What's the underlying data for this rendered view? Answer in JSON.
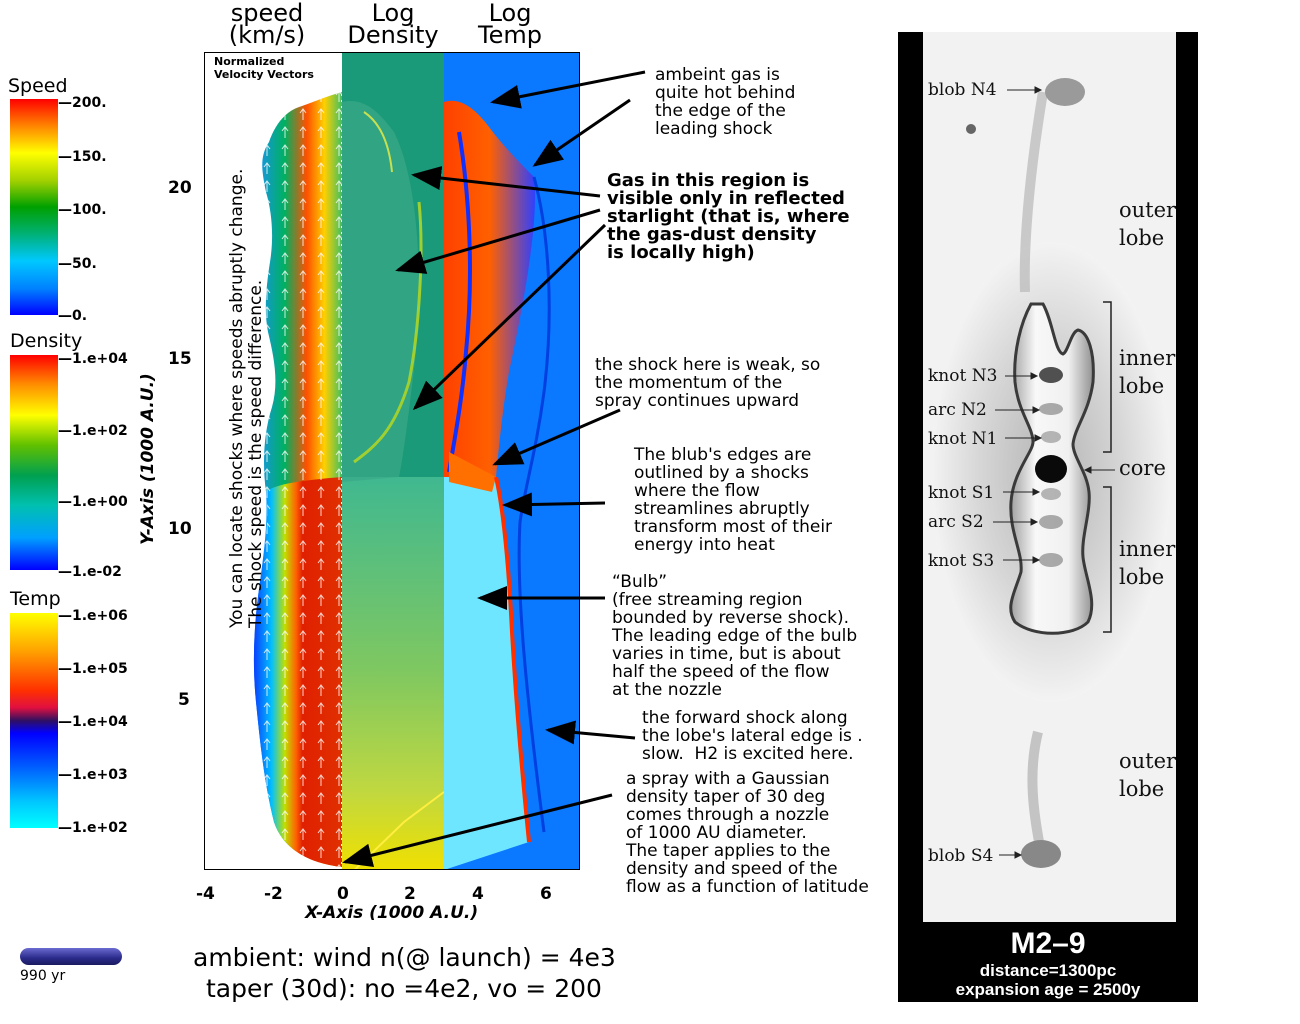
{
  "colorbars": [
    {
      "title": "Speed",
      "ticks": [
        "200.",
        "150.",
        "100.",
        "50.",
        "0."
      ]
    },
    {
      "title": "Density",
      "ticks": [
        "1.e+04",
        "1.e+02",
        "1.e+00",
        "1.e-02"
      ]
    },
    {
      "title": "Temp",
      "ticks": [
        "1.e+06",
        "1.e+05",
        "1.e+04",
        "1.e+03",
        "1.e+02"
      ]
    }
  ],
  "columns": {
    "speed": "speed\n(km/s)",
    "density": "Log\nDensity",
    "temp": "Log\nTemp"
  },
  "vectors_label": "Normalized\nVelocity Vectors",
  "vertical_note": "You can locate shocks where speeds abruptly change.\nThe shock speed is the speed difference.",
  "axes": {
    "y_label": "Y-Axis (1000 A.U.)",
    "x_label": "X-Axis (1000 A.U.)",
    "y_ticks": [
      "20",
      "15",
      "10",
      "5"
    ],
    "x_ticks": [
      "-4",
      "-2",
      "0",
      "2",
      "4",
      "6"
    ]
  },
  "annotations": {
    "ambient": "ambeint gas is\nquite hot behind\nthe edge of the\nleading shock",
    "reflected": "Gas in this region is\nvisible only in reflected\nstarlight (that is, where\nthe gas-dust density\nis locally high)",
    "weak": "the shock here is weak, so\nthe momentum of the\nspray continues upward",
    "blub": "The blub's edges are\noutlined by a shocks\nwhere the flow\nstreamlines abruptly\ntransform most of their\nenergy into heat",
    "bulb": "“Bulb”\n(free streaming region\nbounded by reverse shock).\nThe leading edge of the bulb\nvaries in time, but is about\nhalf the speed of the flow\nat the nozzle",
    "forward": "the forward shock along\nthe lobe's lateral edge is .\nslow.  H2 is excited here.",
    "spray": "a spray with a Gaussian\ndensity taper of 30 deg\ncomes through a nozzle\nof 1000 AU diameter.\nThe taper applies to the\ndensity and speed of the\nflow as a function of latitude"
  },
  "time_label": "990 yr",
  "bottom_text": {
    "line1": "ambient: wind n(@ launch) = 4e3",
    "line2": "taper (30d): no =4e2, vo = 200"
  },
  "m29": {
    "labels": {
      "blob_n4": "blob N4",
      "knot_n3": "knot N3",
      "arc_n2": "arc N2",
      "knot_n1": "knot N1",
      "knot_s1": "knot S1",
      "arc_s2": "arc S2",
      "knot_s3": "knot S3",
      "blob_s4": "blob S4",
      "outer_lobe_top": "outer\nlobe",
      "inner_lobe_top": "inner\nlobe",
      "core": "core",
      "inner_lobe_bottom": "inner\nlobe",
      "outer_lobe_bottom": "outer\nlobe"
    },
    "title": "M2–9",
    "distance": "distance=1300pc",
    "age": "expansion age = 2500y"
  },
  "colors": {
    "speed_bar": [
      "#ff0000",
      "#ffff00",
      "#00a000",
      "#00c8ff",
      "#0000ff"
    ],
    "panel_blue": "#0a78ff",
    "density_green": "#1a9a78",
    "bulb_cyan": "#6fe6ff"
  }
}
